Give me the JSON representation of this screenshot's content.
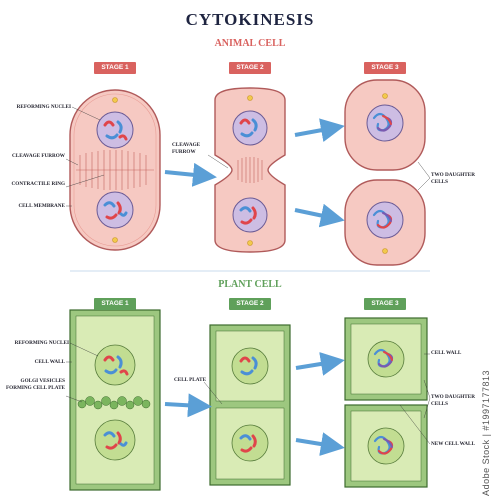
{
  "title": "CYTOKINESIS",
  "animal": {
    "heading": "ANIMAL CELL",
    "stages": [
      "STAGE 1",
      "STAGE 2",
      "STAGE 3"
    ],
    "labels": {
      "reforming_nuclei": "REFORMING NUCLEI",
      "cleavage_furrow": "CLEAVAGE FURROW",
      "contractile_ring": "CONTRACTILE RING",
      "cell_membrane": "CELL MEMBRANE",
      "cleavage_furrow_2": "CLEAVAGE FURROW",
      "two_daughter_cells": "TWO DAUGHTER CELLS"
    }
  },
  "plant": {
    "heading": "PLANT CELL",
    "stages": [
      "STAGE 1",
      "STAGE 2",
      "STAGE 3"
    ],
    "labels": {
      "reforming_nuclei": "REFORMING NUCLEI",
      "cell_wall": "CELL WALL",
      "golgi_vesicles": "GOLGI VESICLES FORMING CELL PLATE",
      "cell_plate": "CELL PLATE",
      "cell_wall_right": "CELL WALL",
      "two_daughter_cells": "TWO DAUGHTER CELLS",
      "new_cell_wall": "NEW CELL WALL"
    }
  },
  "colors": {
    "animal_cell": "#f6c9c2",
    "animal_outline": "#b05a5a",
    "nucleus": "#cdbde3",
    "plant_wall": "#9dc77f",
    "plant_inner": "#d9ebb5",
    "plant_nucleus": "#c2dd92",
    "arrow": "#5b9fd6",
    "chromosome_red": "#e0454a",
    "chromosome_blue": "#4a8fd6",
    "chromosome_purple": "#7a5ab0",
    "badge_red": "#d9625f",
    "badge_green": "#5fa05a"
  },
  "watermark": "Adobe Stock | #1997177813"
}
